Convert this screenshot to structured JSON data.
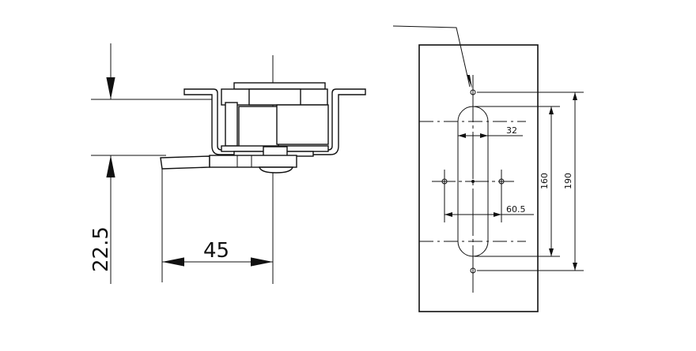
{
  "drawing": {
    "side_view": {
      "height_dim": "22.5",
      "width_dim": "45"
    },
    "plate_view": {
      "slot_width_dim": "32",
      "hole_spacing_dim": "60.5",
      "slot_length_dim": "160",
      "hole_pitch_dim": "190"
    }
  }
}
